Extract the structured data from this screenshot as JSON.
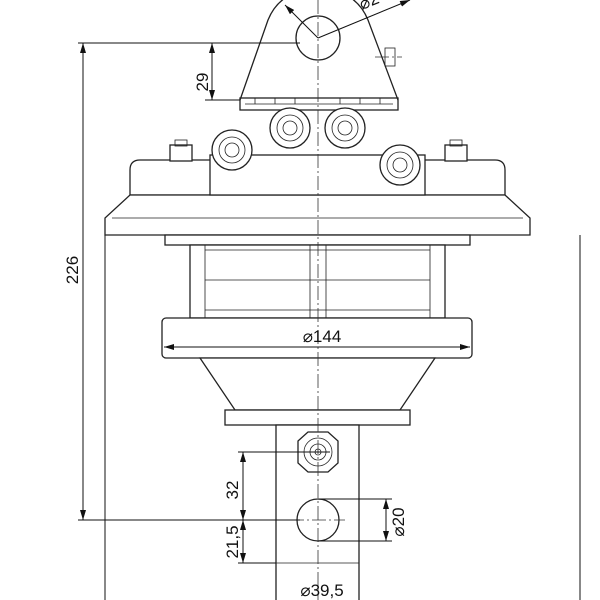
{
  "drawing": {
    "dimensions": {
      "top_hole_diameter_partial": "⌀2",
      "lug_offset": "29",
      "overall_height": "226",
      "flange_diameter": "⌀144",
      "port_to_hole": "32",
      "hole_to_end": "21,5",
      "hole_diameter": "⌀20",
      "shaft_diameter": "⌀39,5"
    }
  }
}
